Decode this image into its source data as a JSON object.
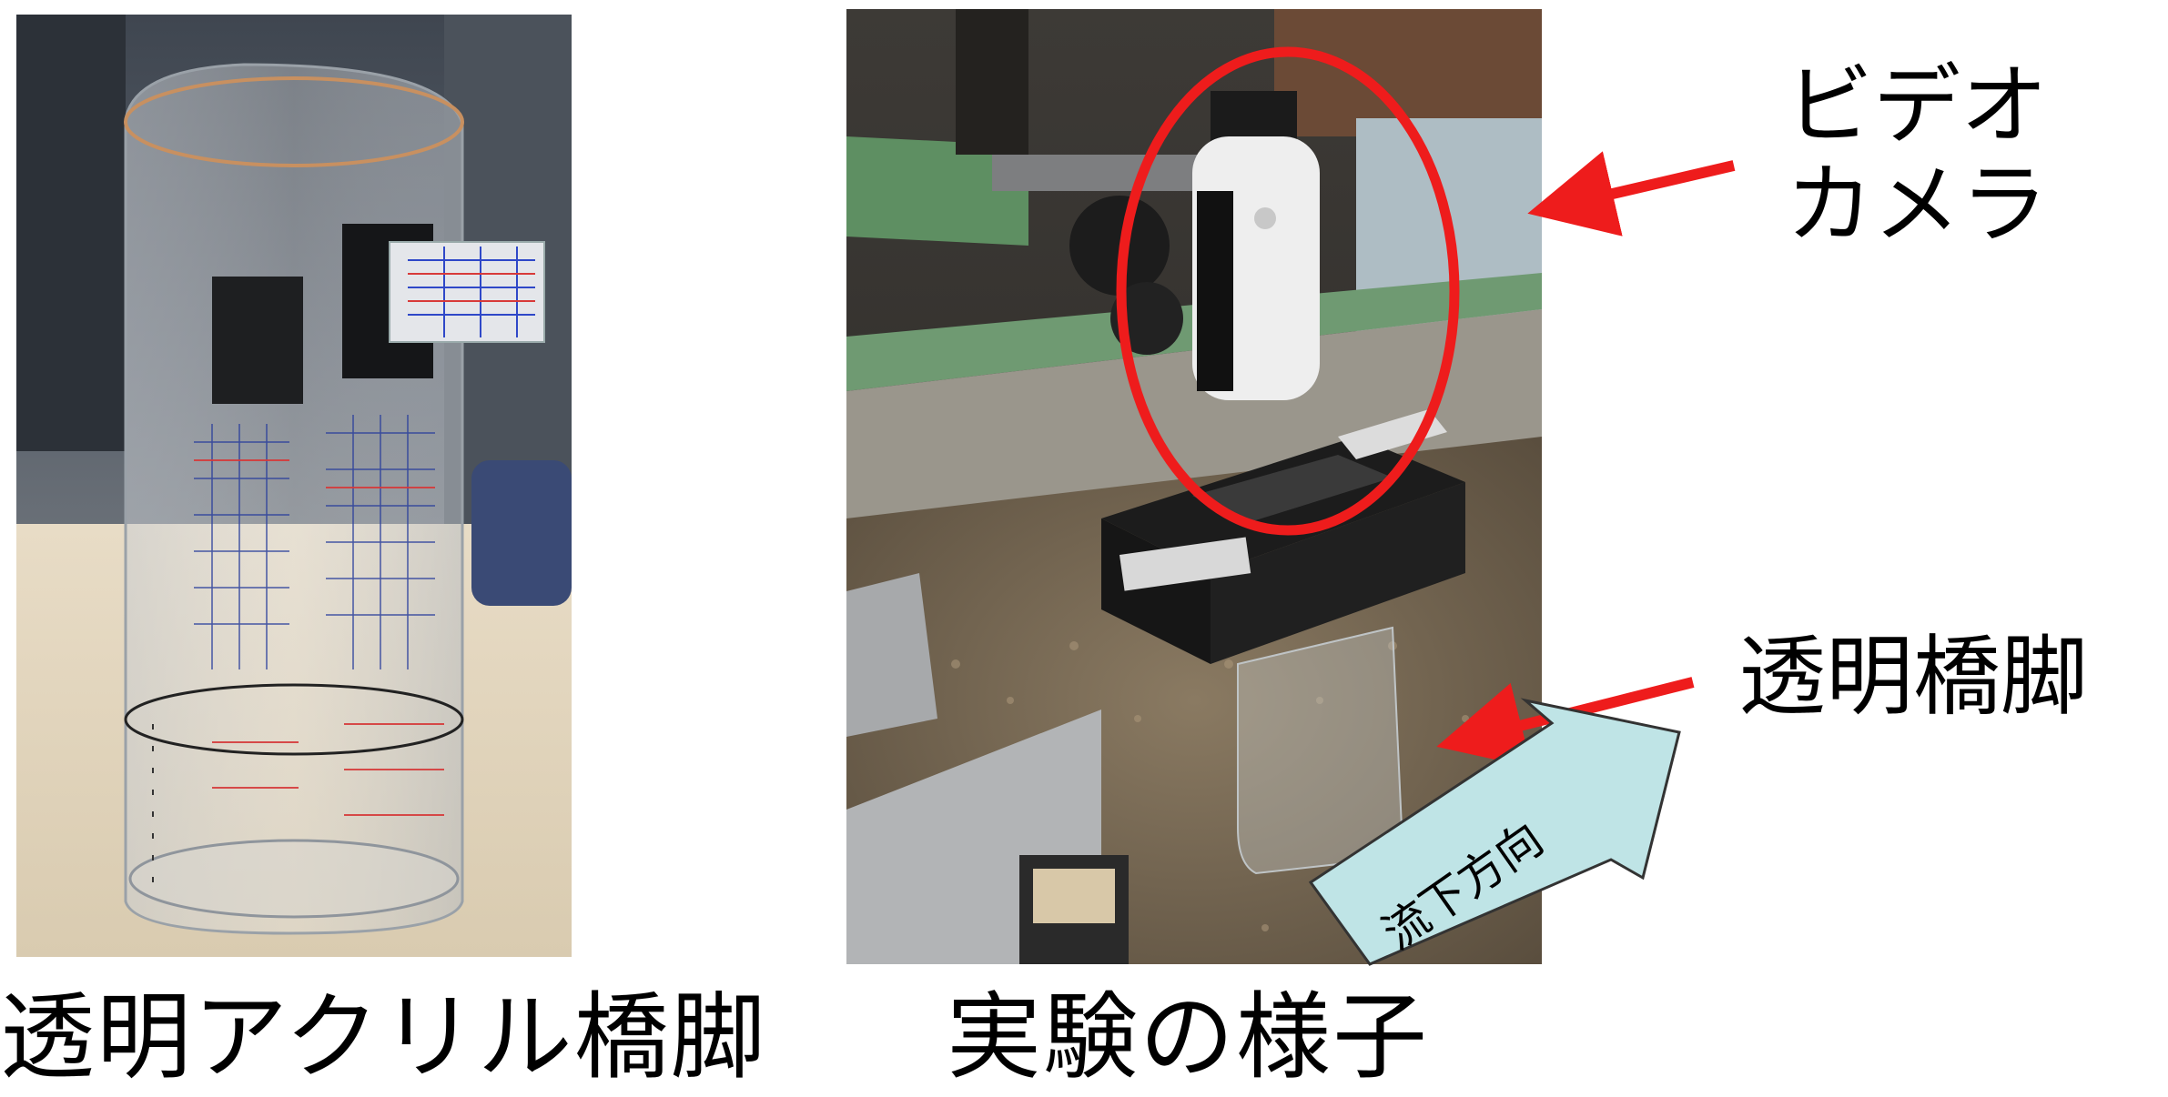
{
  "captions": {
    "left": "透明アクリル橋脚",
    "right": "実験の様子"
  },
  "labels": {
    "camera_line1": "ビデオ",
    "camera_line2": "カメラ",
    "pier": "透明橋脚",
    "flow_direction": "流下方向"
  },
  "colors": {
    "annotation_red": "#ee1c1c",
    "flow_arrow_fill": "#bfe4e6",
    "flow_arrow_stroke": "#333333"
  }
}
